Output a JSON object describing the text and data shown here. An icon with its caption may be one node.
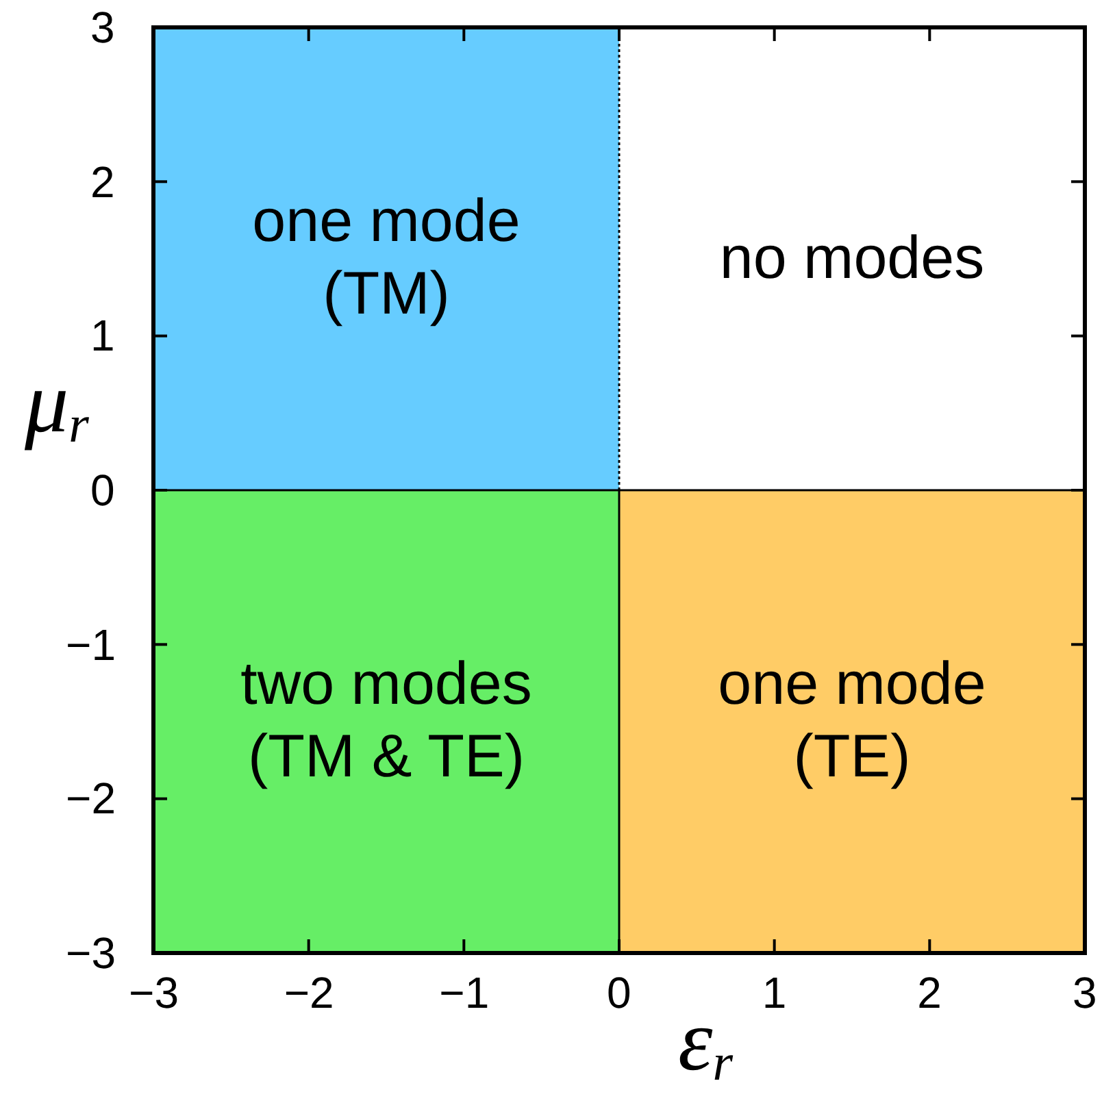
{
  "diagram": {
    "nodes": [
      {
        "text": [
          "one mode (TM)"
        ]
      },
      {
        "text": [
          "no modes"
        ]
      },
      {
        "text": [
          "two modes (TM & TE)"
        ]
      },
      {
        "text": [
          "one mode (TE)"
        ]
      }
    ],
    "labels": [
      "3",
      "2",
      "1",
      "μ$_{r}$",
      "0",
      "−1",
      "−2",
      "−3",
      "−3",
      "−2",
      "−1",
      "0",
      "1",
      "2",
      "3",
      "ε$_{r}$"
    ]
  }
}
